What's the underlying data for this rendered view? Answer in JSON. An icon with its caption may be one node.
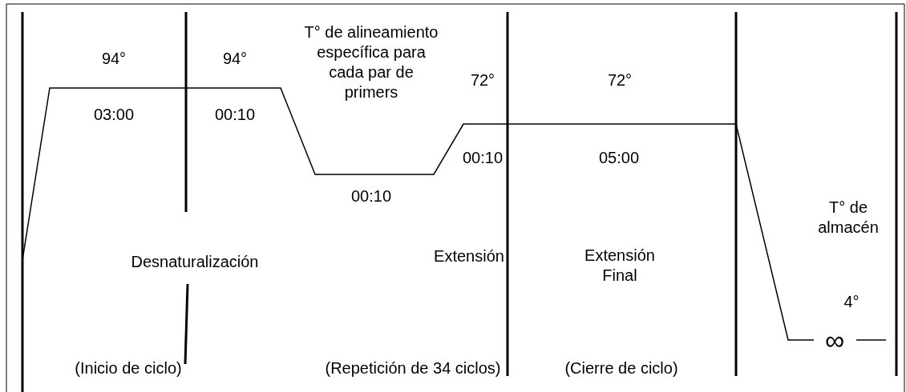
{
  "diagram": {
    "labels": [
      "94°",
      "94°",
      "T° de alineamiento específica para cada par de primers",
      "72°",
      "72°",
      "03:00",
      "00:10",
      "00:10",
      "05:00",
      "00:10",
      "T° de almacén",
      "Desnaturalización",
      "Extensión",
      "Extensión Final",
      "4°",
      "∞",
      "(Inicio de ciclo)",
      "(Repetición de 34 ciclos)",
      "(Cierre de ciclo)"
    ]
  }
}
